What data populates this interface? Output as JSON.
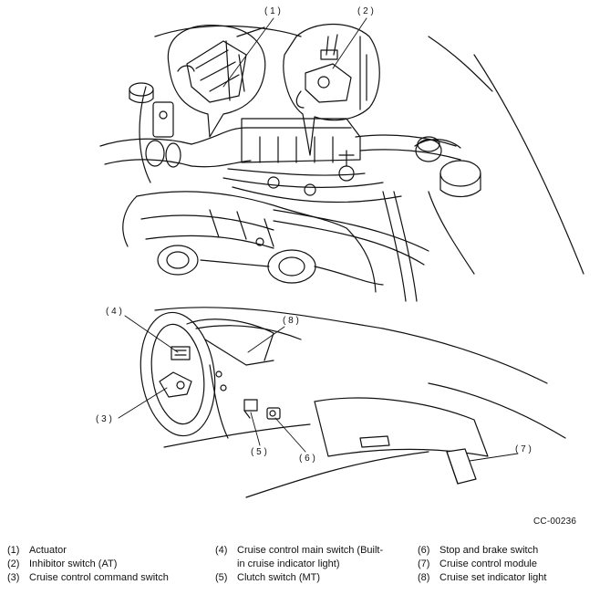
{
  "callouts": [
    "( 1 )",
    "( 2 )",
    "( 3 )",
    "( 4 )",
    "( 5 )",
    "( 6 )",
    "( 7 )",
    "( 8 )"
  ],
  "figure_ref": "CC-00236",
  "legend": [
    {
      "num": "(1)",
      "text": "Actuator"
    },
    {
      "num": "(2)",
      "text": "Inhibitor switch (AT)"
    },
    {
      "num": "(3)",
      "text": "Cruise control command switch"
    },
    {
      "num": "(4)",
      "text": "Cruise control main switch (Built-\nin cruise indicator light)"
    },
    {
      "num": "(5)",
      "text": "Clutch switch (MT)"
    },
    {
      "num": "(6)",
      "text": "Stop and brake switch"
    },
    {
      "num": "(7)",
      "text": "Cruise control module"
    },
    {
      "num": "(8)",
      "text": "Cruise set indicator light"
    }
  ]
}
